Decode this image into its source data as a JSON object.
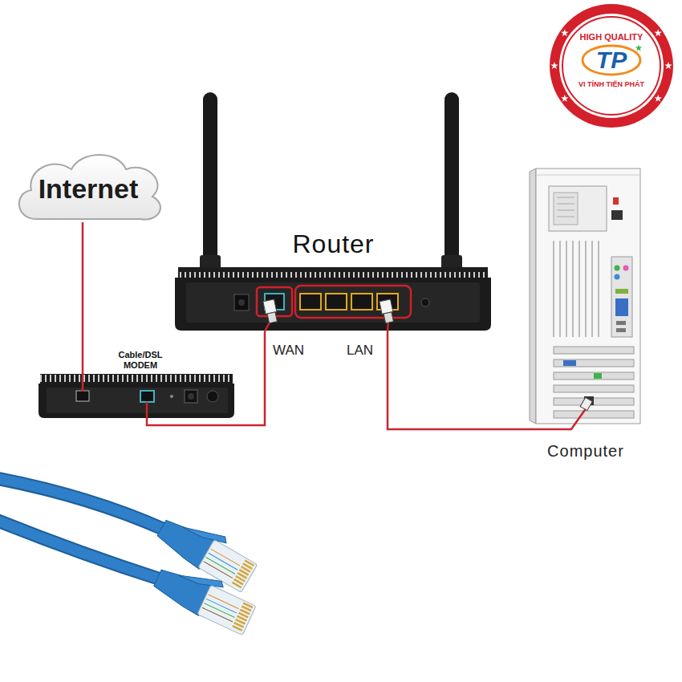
{
  "diagram": {
    "nodes": [
      {
        "text": [
          "HIGH QUALITY",
          "TP",
          "VI TÍNH TIẾN PHÁT"
        ]
      },
      {
        "text": [
          "Internet"
        ]
      },
      {
        "text": [
          "Router"
        ]
      },
      {
        "text": [
          "Cable/DSL MODEM"
        ]
      },
      {
        "text": [
          "Computer"
        ]
      }
    ],
    "edges": [
      {
        "from": 1,
        "to": 3,
        "arrow": "none"
      },
      {
        "from": 3,
        "to": 2,
        "arrow": "none"
      },
      {
        "from": 2,
        "to": 4,
        "arrow": "none"
      }
    ],
    "labels": [
      "WAN",
      "LAN"
    ]
  }
}
